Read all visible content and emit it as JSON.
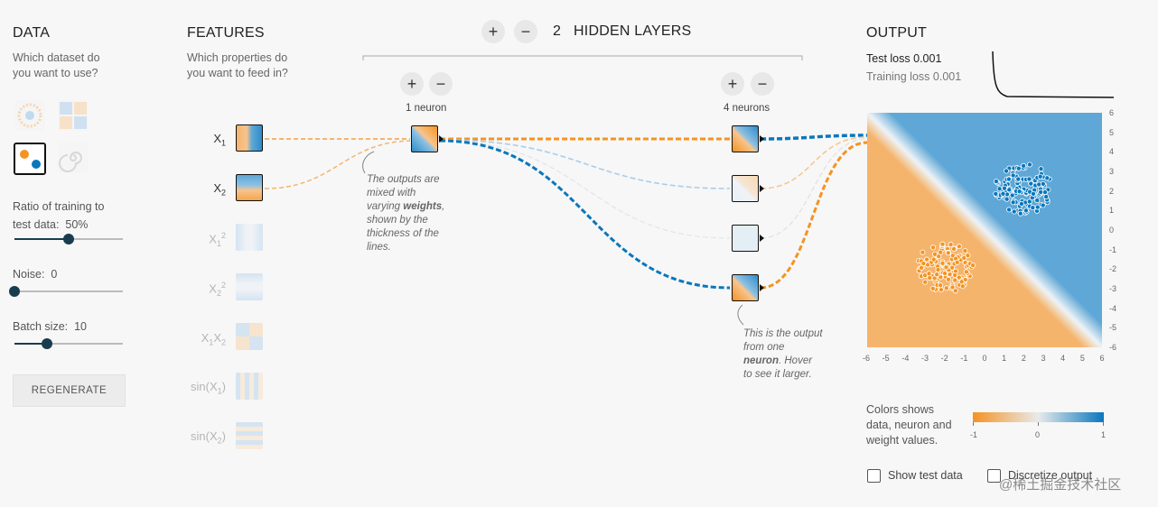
{
  "data_panel": {
    "title": "DATA",
    "question": [
      "Which dataset do",
      "you want to use?"
    ],
    "ratio_label": [
      "Ratio of training to",
      "test data:"
    ],
    "ratio_value": "50%",
    "ratio_fraction": 0.5,
    "noise_label": "Noise:",
    "noise_value": "0",
    "noise_fraction": 0,
    "batch_label": "Batch size:",
    "batch_value": "10",
    "batch_fraction": 0.3,
    "regenerate": "REGENERATE"
  },
  "features_panel": {
    "title": "FEATURES",
    "question": [
      "Which properties do",
      "you want to feed in?"
    ],
    "features": [
      {
        "base": "X",
        "sub": "1",
        "sup": "",
        "active": true
      },
      {
        "base": "X",
        "sub": "2",
        "sup": "",
        "active": true
      },
      {
        "base": "X",
        "sub": "1",
        "sup": "2",
        "active": false
      },
      {
        "base": "X",
        "sub": "2",
        "sup": "2",
        "active": false
      },
      {
        "base": "X",
        "sub": "1",
        "sup": "",
        "base2": "X",
        "sub2": "2",
        "active": false
      },
      {
        "base": "sin(X",
        "sub": "1",
        "tail": ")",
        "active": false
      },
      {
        "base": "sin(X",
        "sub": "2",
        "tail": ")",
        "active": false
      }
    ]
  },
  "network": {
    "layer_count": "2",
    "layers_label": "HIDDEN LAYERS",
    "plus": "+",
    "minus": "−",
    "layer1_label": "1 neuron",
    "layer2_label": "4 neurons",
    "note_weights": [
      "The outputs are",
      "mixed with",
      "varying ",
      "weights",
      ",",
      "shown by the",
      "thickness of the",
      "lines."
    ],
    "note_neuron": [
      "This is the output",
      "from one",
      "neuron",
      ". Hover",
      "to see it larger."
    ]
  },
  "output_panel": {
    "title": "OUTPUT",
    "test_loss_label": "Test loss",
    "test_loss": "0.001",
    "training_loss_label": "Training loss",
    "training_loss": "0.001",
    "axis_ticks": [
      "-6",
      "-5",
      "-4",
      "-3",
      "-2",
      "-1",
      "0",
      "1",
      "2",
      "3",
      "4",
      "5",
      "6"
    ],
    "y_ticks": [
      "6",
      "5",
      "4",
      "3",
      "2",
      "1",
      "0",
      "-1",
      "-2",
      "-3",
      "-4",
      "-5",
      "-6"
    ],
    "colors_note": [
      "Colors shows",
      "data, neuron and",
      "weight values."
    ],
    "scale_labels": [
      "-1",
      "0",
      "1"
    ],
    "show_test_data": "Show test data",
    "discretize_output": "Discretize output"
  },
  "colors": {
    "orange": "#f59322",
    "blue": "#0877bd",
    "light_orange": "#f5b46c",
    "light_blue": "#5ea7d6"
  },
  "watermark": "@稀土掘金技术社区"
}
